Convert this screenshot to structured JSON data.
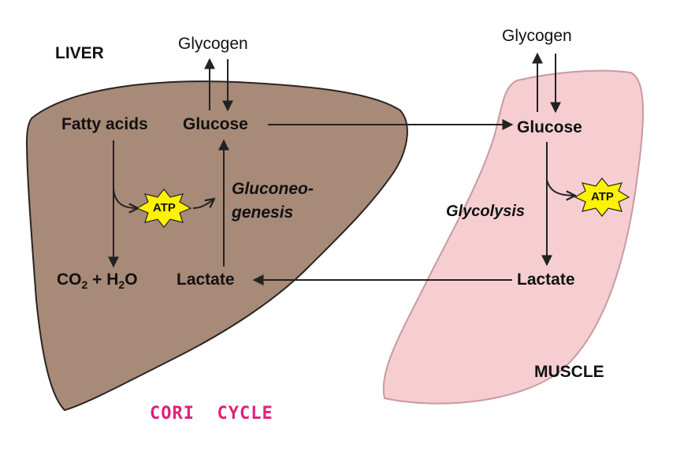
{
  "labels": {
    "liver": "LIVER",
    "muscle": "MUSCLE",
    "liver_glycogen": "Glycogen",
    "muscle_glycogen": "Glycogen",
    "fatty_acids": "Fatty acids",
    "liver_glucose": "Glucose",
    "muscle_glucose": "Glucose",
    "co2": "CO",
    "co2_sub": "2",
    "plus_h": " + H",
    "h2o_sub": "2",
    "o": "O",
    "liver_lactate": "Lactate",
    "muscle_lactate": "Lactate",
    "gluconeo_1": "Gluconeo-",
    "gluconeo_2": "genesis",
    "glycolysis": "Glycolysis",
    "atp_liver": "ATP",
    "atp_muscle": "ATP",
    "caption": "CORI  CYCLE"
  },
  "colors": {
    "liver_fill": "#a88a78",
    "liver_stroke": "#2a2422",
    "muscle_fill": "#f6ced2",
    "muscle_stroke": "#c79aa0",
    "atp_fill": "#fff200",
    "arrow": "#222222",
    "caption": "#e0207a"
  }
}
